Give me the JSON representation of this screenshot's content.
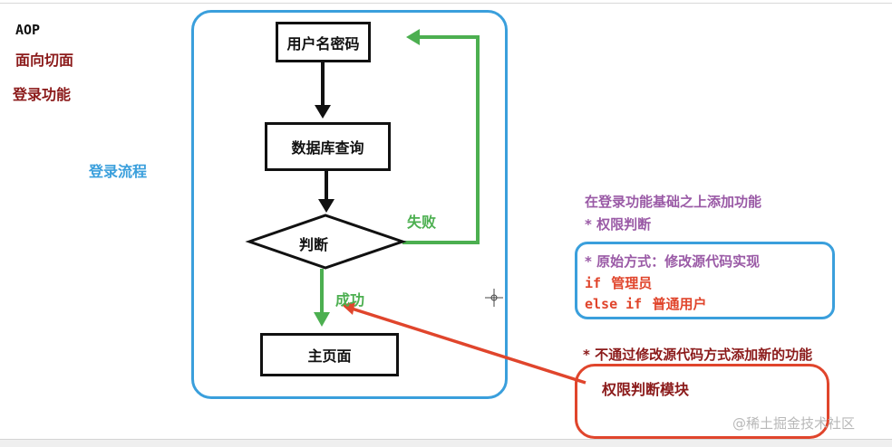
{
  "left_notes": {
    "aop": "AOP",
    "aspect": "面向切面",
    "login_feature": "登录功能",
    "login_flow": "登录流程"
  },
  "flow": {
    "username_password": "用户名密码",
    "db_query": "数据库查询",
    "judge": "判断",
    "fail": "失败",
    "success": "成功",
    "home": "主页面"
  },
  "right_notes": {
    "add_feature": "在登录功能基础之上添加功能",
    "permission": "* 权限判断",
    "original_way": "* 原始方式：修改源代码实现",
    "if_admin_kw": "if",
    "if_admin_text": "管理员",
    "else_if_kw": "else if",
    "else_if_text": "普通用户",
    "no_modify": "* 不通过修改源代码方式添加新的功能",
    "module": "权限判断模块"
  },
  "watermark": "@稀土掘金技术社区",
  "colors": {
    "blue_frame": "#3a9fdc",
    "red_arrow": "#e0452c",
    "green_arrow": "#4caf50",
    "purple_text": "#9a5aa6",
    "maroon_text": "#8b1a1a",
    "black": "#111111"
  }
}
